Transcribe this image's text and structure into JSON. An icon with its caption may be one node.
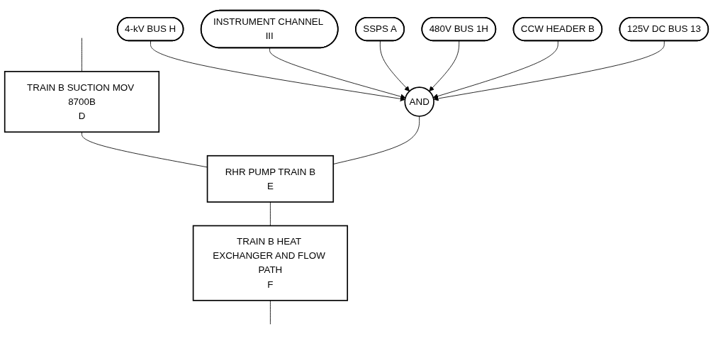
{
  "diagram": {
    "nodes": [
      {
        "text": [
          "TRAIN B SUCTION MOV 8700B",
          "D"
        ]
      },
      {
        "text": [
          "RHR PUMP TRAIN B",
          "E"
        ]
      },
      {
        "text": [
          "TRAIN B HEAT EXCHANGER AND FLOW PATH",
          "F"
        ]
      },
      {
        "text": [
          "AND"
        ]
      },
      {
        "text": [
          "4-kV BUS H"
        ]
      },
      {
        "text": [
          "INSTRUMENT CHANNEL III"
        ]
      },
      {
        "text": [
          "SSPS A"
        ]
      },
      {
        "text": [
          "480V BUS 1H"
        ]
      },
      {
        "text": [
          "CCW HEADER B"
        ]
      },
      {
        "text": [
          "125V DC BUS 13"
        ]
      }
    ],
    "edges": [
      {
        "from": null,
        "to": 0,
        "arrow": "none"
      },
      {
        "from": 0,
        "to": 1,
        "arrow": "none"
      },
      {
        "from": 1,
        "to": 2,
        "arrow": "none"
      },
      {
        "from": 2,
        "to": null,
        "arrow": "none"
      },
      {
        "from": 3,
        "to": 1,
        "arrow": "none"
      },
      {
        "from": 4,
        "to": 3,
        "arrow": "to"
      },
      {
        "from": 5,
        "to": 3,
        "arrow": "to"
      },
      {
        "from": 6,
        "to": 3,
        "arrow": "to"
      },
      {
        "from": 7,
        "to": 3,
        "arrow": "to"
      },
      {
        "from": 8,
        "to": 3,
        "arrow": "to"
      },
      {
        "from": 9,
        "to": 3,
        "arrow": "to"
      }
    ]
  }
}
